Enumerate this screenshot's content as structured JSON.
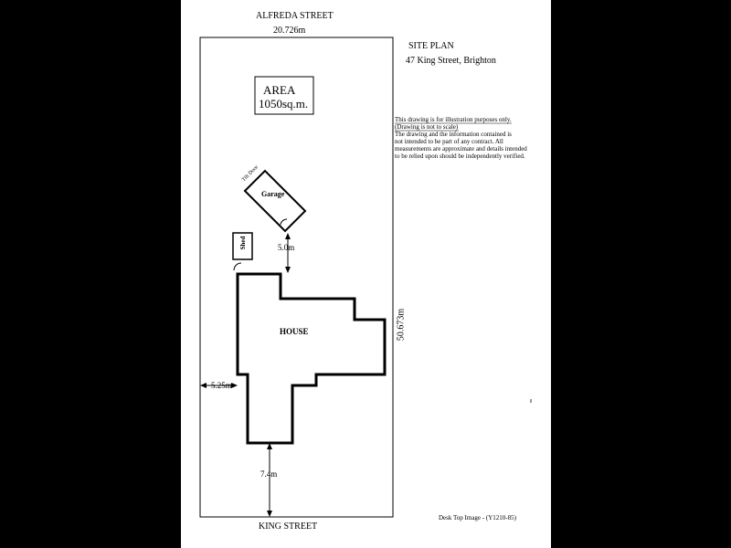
{
  "streets": {
    "top": "ALFREDA STREET",
    "bottom": "KING STREET"
  },
  "dimensions": {
    "frontage": "20.726m",
    "depth": "50.673m",
    "side_setback": "5.25m",
    "front_setback": "7.4m",
    "garage_gap": "5.0m"
  },
  "area": {
    "line1": "AREA",
    "line2": "1050sq.m."
  },
  "title": {
    "heading": "SITE PLAN",
    "address": "47 King Street,  Brighton"
  },
  "disclaimer": {
    "line1": "This drawing is for illustration purposes only.",
    "line2": "(Drawing is not to scale)",
    "line3": "The drawing and the information contained is",
    "line4": "not intended to be part of any contract.  All",
    "line5": "measurements are approximate and details intended",
    "line6": "to be relied upon should be independently verified."
  },
  "labels": {
    "house": "HOUSE",
    "garage": "Garage",
    "tilt_door": "Tilt Door",
    "shed": "Shed"
  },
  "footer": "Desk Top Image - (Y1210-85)"
}
